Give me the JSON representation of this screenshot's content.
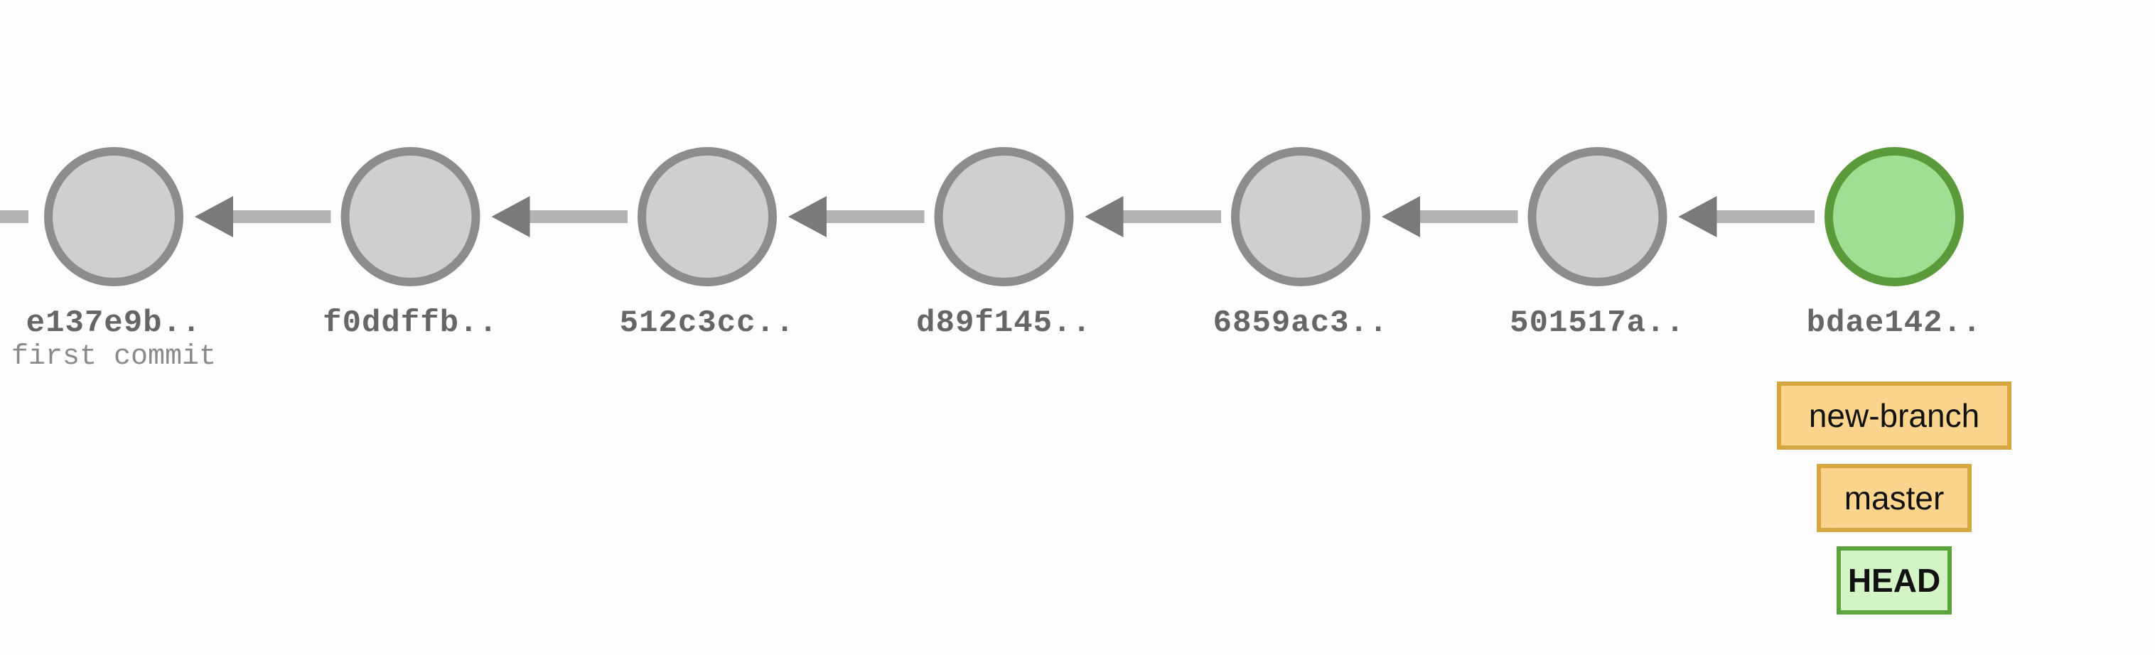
{
  "commits": [
    {
      "hash": "e137e9b..",
      "message": "first commit",
      "current": false
    },
    {
      "hash": "f0ddffb..",
      "message": "",
      "current": false
    },
    {
      "hash": "512c3cc..",
      "message": "",
      "current": false
    },
    {
      "hash": "d89f145..",
      "message": "",
      "current": false
    },
    {
      "hash": "6859ac3..",
      "message": "",
      "current": false
    },
    {
      "hash": "501517a..",
      "message": "",
      "current": false
    },
    {
      "hash": "bdae142..",
      "message": "",
      "current": true
    }
  ],
  "refs": [
    {
      "label": "new-branch",
      "kind": "branch",
      "commit": "bdae142.."
    },
    {
      "label": "master",
      "kind": "branch",
      "commit": "bdae142.."
    },
    {
      "label": "HEAD",
      "kind": "head",
      "commit": "bdae142.."
    }
  ],
  "colors": {
    "commit_fill": "#cfcfcf",
    "commit_stroke": "#8c8c8c",
    "current_fill": "#a2dd94",
    "current_stroke": "#5b9a3a",
    "edge": "#b3b3b3",
    "arrowhead": "#7a7a7a",
    "branch_fill": "#fbd58e",
    "branch_stroke": "#d6a640",
    "head_fill": "#d3f5c6",
    "head_stroke": "#5aa33d"
  }
}
